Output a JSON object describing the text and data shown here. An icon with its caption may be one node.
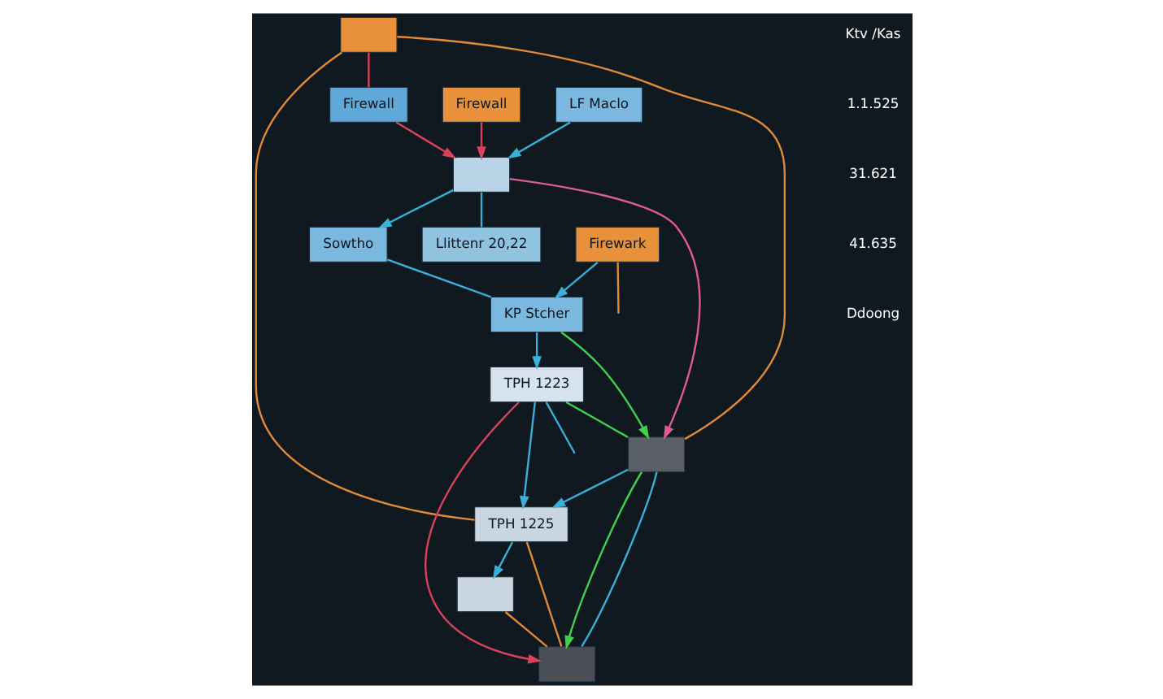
{
  "diagram": {
    "nodes": [
      {
        "text": [
          "Firewall"
        ]
      },
      {
        "text": [
          "Llittenr 20,22"
        ]
      },
      {
        "text": [
          "LF Maclo"
        ]
      },
      {
        "text": [],
        "shape": "box"
      },
      {
        "text": [
          "Firewall"
        ]
      },
      {
        "text": [
          "Sowtho"
        ]
      },
      {
        "text": [],
        "shape": "box"
      },
      {
        "text": [],
        "shape": "box"
      },
      {
        "text": [
          "KP Stcher"
        ]
      },
      {
        "text": [
          "Firewark"
        ]
      },
      {
        "text": [
          "TPH 1225"
        ]
      },
      {
        "text": [],
        "shape": "box"
      },
      {
        "text": [
          "TPH 1223"
        ]
      },
      {
        "text": [],
        "shape": "box"
      }
    ],
    "edges": [
      {
        "from": 0,
        "to": 3,
        "arrow": "to",
        "color": "#d9435a"
      },
      {
        "from": 4,
        "to": 3,
        "arrow": "to",
        "color": "#d9435a"
      },
      {
        "from": 7,
        "to": 4,
        "arrow": "none",
        "color": "#d9435a"
      },
      {
        "from": 3,
        "to": 6,
        "arrow": "to",
        "color": "#e05a9a"
      },
      {
        "from": 3,
        "to": 1,
        "arrow": "none"
      },
      {
        "from": 2,
        "to": 3,
        "arrow": "to"
      },
      {
        "from": 3,
        "to": 5,
        "arrow": "to"
      },
      {
        "from": 5,
        "to": 8,
        "arrow": "none"
      },
      {
        "from": 8,
        "to": 6,
        "arrow": "to",
        "color": "#3fd14f"
      },
      {
        "from": 9,
        "to": 8,
        "arrow": "to"
      },
      {
        "from": 8,
        "to": 12,
        "arrow": "to"
      },
      {
        "from": 12,
        "to": 6,
        "arrow": "none",
        "color": "#3fd14f"
      },
      {
        "from": 6,
        "to": 10,
        "arrow": "to"
      },
      {
        "from": 12,
        "to": 10,
        "arrow": "to"
      },
      {
        "from": 7,
        "to": 10,
        "arrow": "none",
        "color": "#e08a3a"
      },
      {
        "from": 7,
        "to": 6,
        "arrow": "none",
        "color": "#e08a3a"
      },
      {
        "from": 10,
        "to": 11,
        "arrow": "to"
      },
      {
        "from": 11,
        "to": 13,
        "arrow": "none",
        "color": "#e08a3a"
      },
      {
        "from": 10,
        "to": 13,
        "arrow": "none",
        "color": "#e08a3a"
      },
      {
        "from": 6,
        "to": 13,
        "arrow": "to",
        "color": "#3fd14f"
      },
      {
        "from": 6,
        "to": 13,
        "arrow": "none"
      },
      {
        "from": 12,
        "to": 13,
        "arrow": "to",
        "color": "#d9435a"
      },
      {
        "from": 12,
        "to": null,
        "arrow": "none"
      },
      {
        "from": 9,
        "to": null,
        "arrow": "none",
        "color": "#e08a3a"
      }
    ],
    "labels": [
      "Ktv /Kas",
      "1.1.525",
      "31.621",
      "41.635",
      "Ddoong"
    ]
  }
}
